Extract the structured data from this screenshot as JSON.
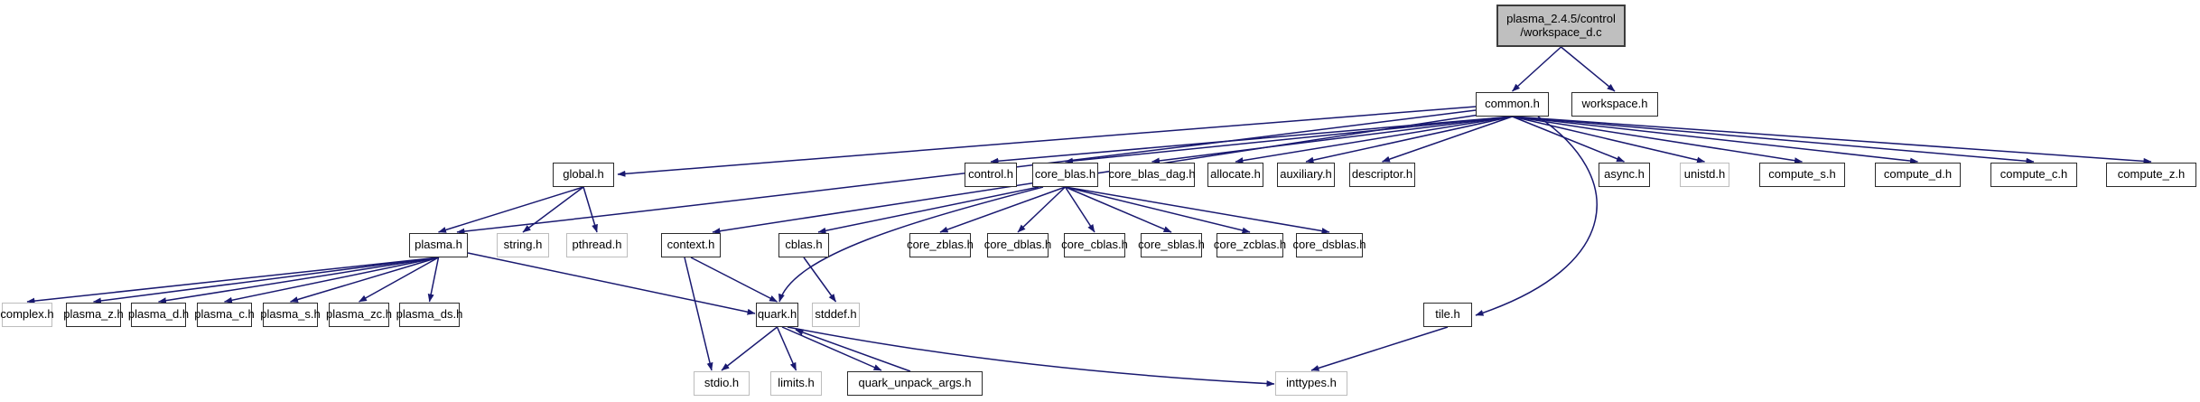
{
  "diagram": {
    "title": "include dependency graph for plasma_2.4.5/control/workspace_d.c",
    "colors": {
      "edge": "#191970",
      "node_border": "#2b2b2b",
      "system_node_border": "#bdbdbd",
      "node_fill": "#ffffff",
      "root_fill": "#bfbfbf",
      "text": "#000000"
    },
    "root": {
      "line1": "plasma_2.4.5/control",
      "line2": "/workspace_d.c"
    },
    "nodes": {
      "common": {
        "label": "common.h"
      },
      "workspace": {
        "label": "workspace.h"
      },
      "global": {
        "label": "global.h"
      },
      "control": {
        "label": "control.h"
      },
      "core_blas": {
        "label": "core_blas.h"
      },
      "core_blas_dag": {
        "label": "core_blas_dag.h"
      },
      "allocate": {
        "label": "allocate.h"
      },
      "auxiliary": {
        "label": "auxiliary.h"
      },
      "descriptor": {
        "label": "descriptor.h"
      },
      "async": {
        "label": "async.h"
      },
      "unistd": {
        "label": "unistd.h"
      },
      "compute_s": {
        "label": "compute_s.h"
      },
      "compute_d": {
        "label": "compute_d.h"
      },
      "compute_c": {
        "label": "compute_c.h"
      },
      "compute_z": {
        "label": "compute_z.h"
      },
      "plasma": {
        "label": "plasma.h"
      },
      "string": {
        "label": "string.h"
      },
      "pthread": {
        "label": "pthread.h"
      },
      "context": {
        "label": "context.h"
      },
      "cblas": {
        "label": "cblas.h"
      },
      "core_zblas": {
        "label": "core_zblas.h"
      },
      "core_dblas": {
        "label": "core_dblas.h"
      },
      "core_cblas": {
        "label": "core_cblas.h"
      },
      "core_sblas": {
        "label": "core_sblas.h"
      },
      "core_zcblas": {
        "label": "core_zcblas.h"
      },
      "core_dsblas": {
        "label": "core_dsblas.h"
      },
      "complex": {
        "label": "complex.h"
      },
      "plasma_z": {
        "label": "plasma_z.h"
      },
      "plasma_d": {
        "label": "plasma_d.h"
      },
      "plasma_c": {
        "label": "plasma_c.h"
      },
      "plasma_s": {
        "label": "plasma_s.h"
      },
      "plasma_zc": {
        "label": "plasma_zc.h"
      },
      "plasma_ds": {
        "label": "plasma_ds.h"
      },
      "quark": {
        "label": "quark.h"
      },
      "stddef": {
        "label": "stddef.h"
      },
      "tile": {
        "label": "tile.h"
      },
      "stdio": {
        "label": "stdio.h"
      },
      "limits": {
        "label": "limits.h"
      },
      "quark_unpack_args": {
        "label": "quark_unpack_args.h"
      },
      "inttypes": {
        "label": "inttypes.h"
      }
    },
    "edges": [
      [
        "root",
        "common"
      ],
      [
        "root",
        "workspace"
      ],
      [
        "common",
        "global"
      ],
      [
        "common",
        "plasma"
      ],
      [
        "common",
        "context"
      ],
      [
        "common",
        "control"
      ],
      [
        "common",
        "core_blas"
      ],
      [
        "common",
        "core_blas_dag"
      ],
      [
        "common",
        "allocate"
      ],
      [
        "common",
        "auxiliary"
      ],
      [
        "common",
        "descriptor"
      ],
      [
        "common",
        "async"
      ],
      [
        "common",
        "unistd"
      ],
      [
        "common",
        "compute_s"
      ],
      [
        "common",
        "compute_d"
      ],
      [
        "common",
        "compute_c"
      ],
      [
        "common",
        "compute_z"
      ],
      [
        "common",
        "tile"
      ],
      [
        "global",
        "plasma"
      ],
      [
        "global",
        "string"
      ],
      [
        "global",
        "pthread"
      ],
      [
        "plasma",
        "complex"
      ],
      [
        "plasma",
        "plasma_z"
      ],
      [
        "plasma",
        "plasma_d"
      ],
      [
        "plasma",
        "plasma_c"
      ],
      [
        "plasma",
        "plasma_s"
      ],
      [
        "plasma",
        "plasma_zc"
      ],
      [
        "plasma",
        "plasma_ds"
      ],
      [
        "plasma",
        "quark"
      ],
      [
        "context",
        "quark"
      ],
      [
        "context",
        "stdio"
      ],
      [
        "core_blas",
        "cblas"
      ],
      [
        "core_blas",
        "core_zblas"
      ],
      [
        "core_blas",
        "core_dblas"
      ],
      [
        "core_blas",
        "core_cblas"
      ],
      [
        "core_blas",
        "core_sblas"
      ],
      [
        "core_blas",
        "core_zcblas"
      ],
      [
        "core_blas",
        "core_dsblas"
      ],
      [
        "core_blas",
        "quark"
      ],
      [
        "cblas",
        "stddef"
      ],
      [
        "quark",
        "stdio"
      ],
      [
        "quark",
        "limits"
      ],
      [
        "quark",
        "quark_unpack_args"
      ],
      [
        "quark",
        "inttypes"
      ],
      [
        "quark_unpack_args",
        "quark"
      ],
      [
        "tile",
        "inttypes"
      ]
    ]
  }
}
